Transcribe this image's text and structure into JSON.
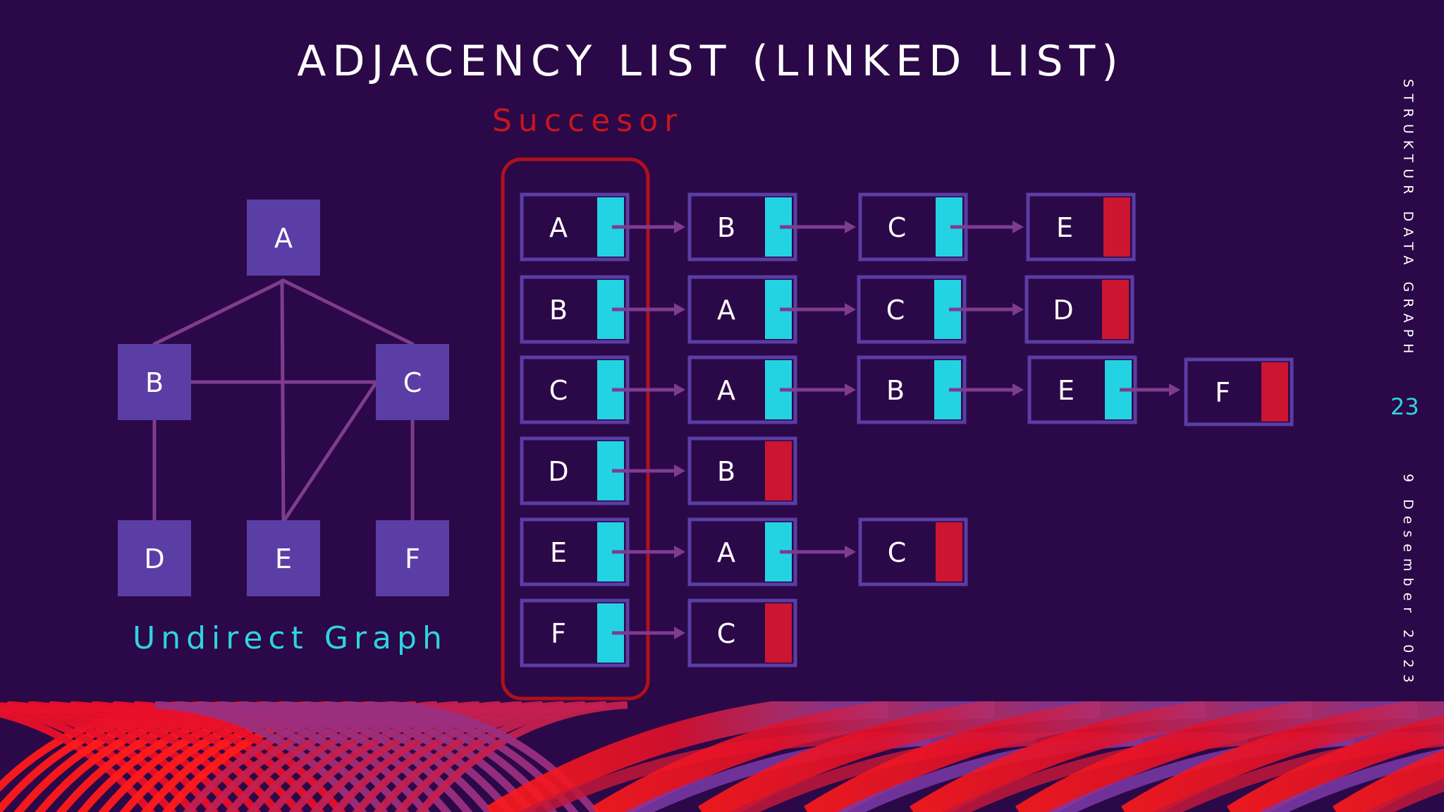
{
  "title": "ADJACENCY LIST (LINKED LIST)",
  "successor_label": "Succesor",
  "graph_label": "Undirect Graph",
  "side_title": "STRUKTUR DATA GRAPH",
  "page_number": "23",
  "side_date": "9 Desember 2023",
  "colors": {
    "background": "#2b0847",
    "graph_node": "#5b3da6",
    "graph_edge": "#7e3c8f",
    "pointer_cyan": "#23d3e3",
    "null_red": "#cc1530",
    "list_border": "#5b3da6",
    "succ_box": "#b0101c",
    "title": "#ffffff"
  },
  "graph": {
    "nodes": [
      "A",
      "B",
      "C",
      "D",
      "E",
      "F"
    ],
    "edges": [
      [
        "A",
        "B"
      ],
      [
        "A",
        "C"
      ],
      [
        "A",
        "E"
      ],
      [
        "B",
        "C"
      ],
      [
        "B",
        "D"
      ],
      [
        "C",
        "E"
      ],
      [
        "C",
        "F"
      ]
    ]
  },
  "adjacency": [
    {
      "vertex": "A",
      "neighbors": [
        "B",
        "C",
        "E"
      ]
    },
    {
      "vertex": "B",
      "neighbors": [
        "A",
        "C",
        "D"
      ]
    },
    {
      "vertex": "C",
      "neighbors": [
        "A",
        "B",
        "E",
        "F"
      ]
    },
    {
      "vertex": "D",
      "neighbors": [
        "B"
      ]
    },
    {
      "vertex": "E",
      "neighbors": [
        "A",
        "C"
      ]
    },
    {
      "vertex": "F",
      "neighbors": [
        "C"
      ]
    }
  ]
}
